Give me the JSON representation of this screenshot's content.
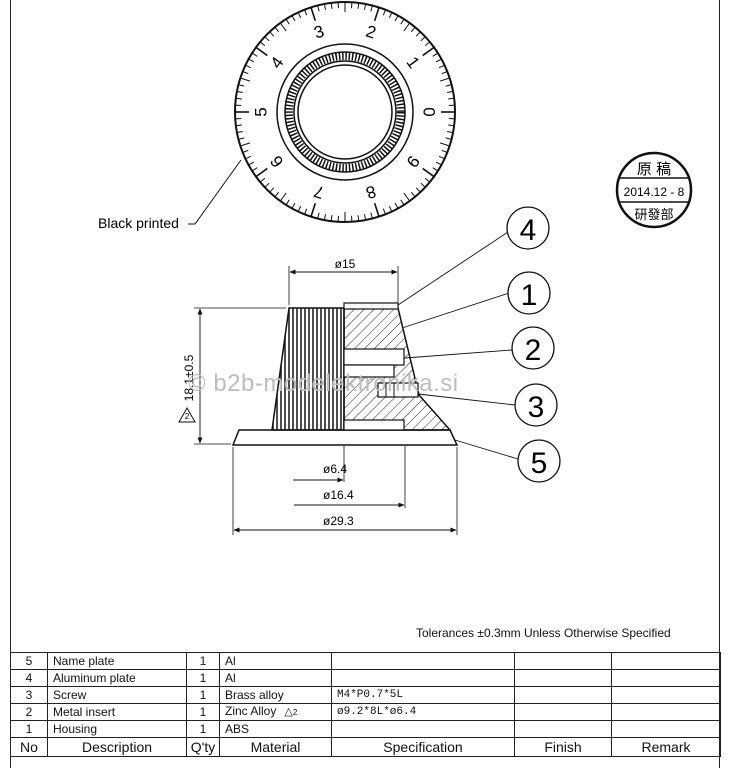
{
  "dial": {
    "numbers": [
      "0",
      "1",
      "2",
      "3",
      "4",
      "5",
      "6",
      "7",
      "8",
      "9"
    ],
    "callout": "Black printed"
  },
  "stamp": {
    "top": "原 稿",
    "date": "2014.12 - 8",
    "dept": "研發部"
  },
  "dimensions": {
    "top_width": "ø15",
    "height": "18.1±0.5",
    "insert_dia": "ø6.4",
    "mid_dia": "ø16.4",
    "base_dia": "ø29.3",
    "warn_mark": "2"
  },
  "balloons": [
    "4",
    "1",
    "2",
    "3",
    "5"
  ],
  "watermark": "© b2b-modelektronika.si",
  "tolerance": "Tolerances  ±0.3mm Unless Otherwise Specified",
  "bom": {
    "header": [
      "No",
      "Description",
      "Q'ty",
      "Material",
      "Specification",
      "Finish",
      "Remark"
    ],
    "rows": [
      {
        "no": "5",
        "desc": "Name plate",
        "qty": "1",
        "material": "Al",
        "spec": ""
      },
      {
        "no": "4",
        "desc": "Aluminum plate",
        "qty": "1",
        "material": "Al",
        "spec": ""
      },
      {
        "no": "3",
        "desc": "Screw",
        "qty": "1",
        "material": "Brass alloy",
        "spec": "M4*P0.7*5L"
      },
      {
        "no": "2",
        "desc": "Metal insert",
        "qty": "1",
        "material": "Zinc Alloy",
        "spec": "ø9.2*8L*ø6.4",
        "mark": "2"
      },
      {
        "no": "1",
        "desc": "Housing",
        "qty": "1",
        "material": "ABS",
        "spec": ""
      }
    ]
  }
}
